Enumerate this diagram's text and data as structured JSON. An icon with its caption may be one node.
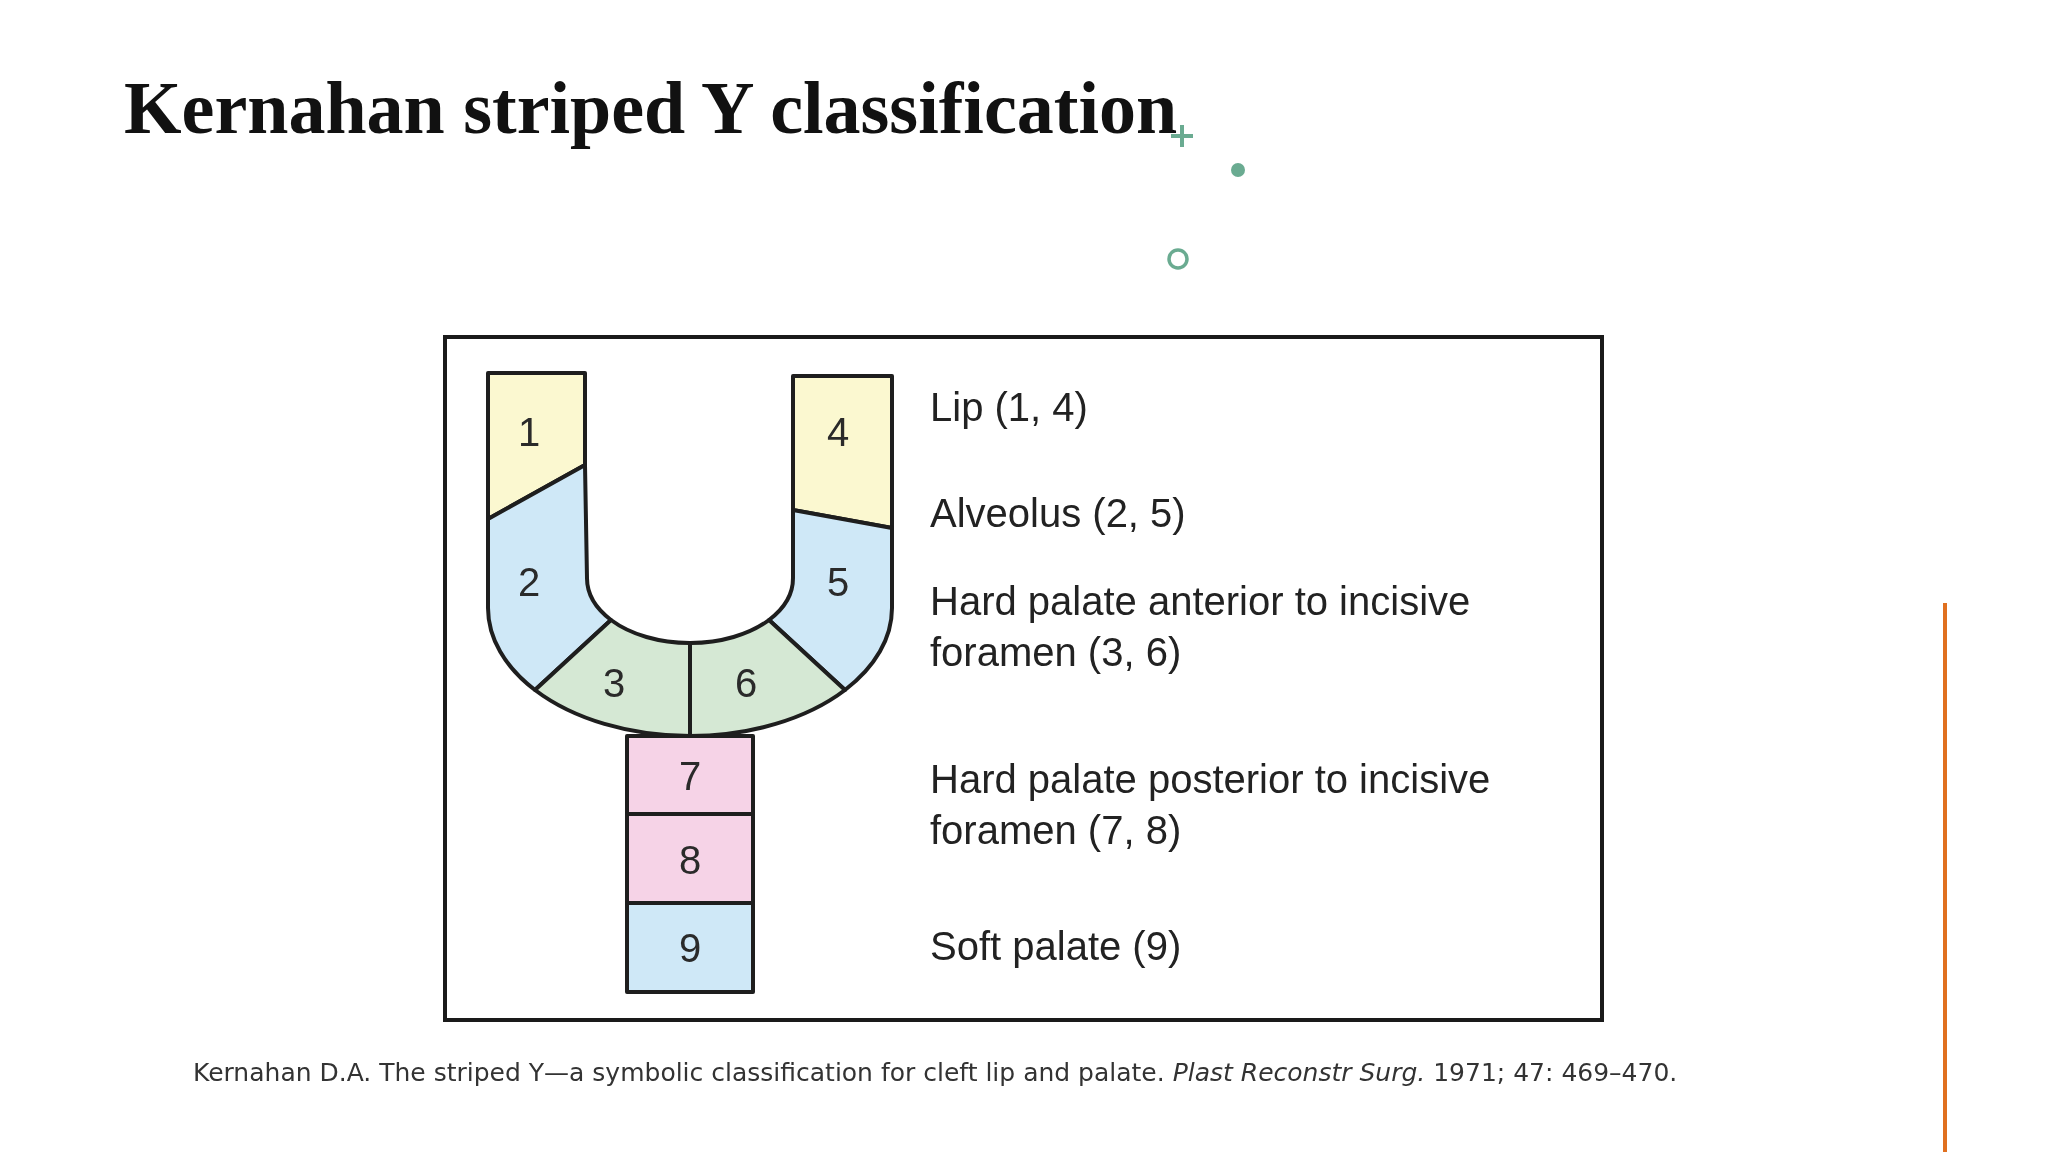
{
  "diagram": {
    "title": "Kernahan **striped** Y classification",
    "caption": "Kernahan D.A. The striped Y—a symbolic classification for cleft lip and palate. *Plast Reconstr Surg.* 1971; 47: 469–470.",
    "nodes": [
      {
        "text": [
          "1"
        ]
      },
      {
        "text": [
          "2"
        ]
      },
      {
        "text": [
          "3"
        ]
      },
      {
        "text": [
          "4"
        ]
      },
      {
        "text": [
          "5"
        ]
      },
      {
        "text": [
          "6"
        ]
      },
      {
        "text": [
          "7"
        ]
      },
      {
        "text": [
          "8"
        ]
      },
      {
        "text": [
          "9"
        ]
      }
    ],
    "labels": [
      "Lip (1, 4)",
      "Alveolus (2, 5)",
      "Hard palate anterior to incisive foramen (3, 6)",
      "Hard palate posterior to incisive foramen (7, 8)",
      "Soft palate (9)"
    ]
  }
}
